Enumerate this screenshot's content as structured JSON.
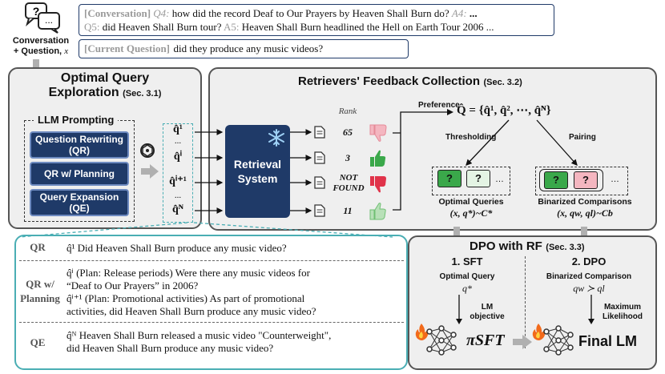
{
  "header": {
    "conv_label": "Conversation",
    "conv_question_label": "+ Question,",
    "conv_question_var": "x",
    "conv_line1_tag": "[Conversation]",
    "conv_line1_q": "Q4:",
    "conv_line1_text": "how did the record Deaf to Our Prayers by Heaven Shall Burn do?",
    "conv_line1_a": "A4:",
    "conv_line1_dots": "...",
    "conv_line2_q": "Q5:",
    "conv_line2_text": "did Heaven Shall Burn tour?",
    "conv_line2_a": "A5:",
    "conv_line2_text2": "Heaven Shall Burn headlined the Hell on Earth Tour 2006 ...",
    "current_tag": "[Current Question]",
    "current_text": "did they produce any music videos?"
  },
  "explore": {
    "title_line1": "Optimal Query",
    "title_line2": "Exploration",
    "title_sec": "(Sec. 3.1)",
    "prompting_label": "LLM Prompting",
    "methods": [
      "Question Rewriting (QR)",
      "QR w/ Planning",
      "Query Expansion (QE)"
    ],
    "queries": [
      "q̂¹",
      "q̂ⁱ",
      "q̂ⁱ⁺¹",
      "...",
      "q̂ᴺ"
    ],
    "queries_dots_top": "..."
  },
  "feedback": {
    "title": "Retrievers' Feedback Collection",
    "title_sec": "(Sec. 3.2)",
    "retrieval_label": "Retrieval System",
    "rank_header": "Rank",
    "ranks": [
      "65",
      "3",
      "NOT FOUND",
      "11"
    ],
    "preference_label": "Preference",
    "qset": "Q̂ = {q̂¹, q̂², ⋯, q̂ᴺ}",
    "thresholding_label": "Thresholding",
    "pairing_label": "Pairing",
    "optimal_label": "Optimal Queries",
    "optimal_math": "(x, q*)~C*",
    "binarized_label": "Binarized Comparisons",
    "binarized_math": "(x, qw, ql)~Cb",
    "qmark": "?"
  },
  "examples": {
    "rows": [
      {
        "label": "QR",
        "lines": [
          "q̂¹ Did Heaven Shall Burn produce any music video?"
        ]
      },
      {
        "label": "QR w/ Planning",
        "lines": [
          "q̂ⁱ (Plan: Release periods) Were there any music videos for",
          "“Deaf to Our Prayers” in 2006?",
          "q̂ⁱ⁺¹ (Plan: Promotional activities) As part of promotional",
          "activities, did Heaven Shall Burn produce any music video?"
        ]
      },
      {
        "label": "QE",
        "lines": [
          "q̂ᴺ Heaven Shall Burn released a music video \"Counterweight\",",
          "did Heaven Shall Burn produce any music video?"
        ]
      }
    ]
  },
  "dpo": {
    "title": "DPO with RF",
    "title_sec": "(Sec. 3.3)",
    "sft_heading": "1. SFT",
    "dpo_heading": "2. DPO",
    "sft_sub": "Optimal Query",
    "sft_math": "q*",
    "dpo_sub": "Binarized Comparison",
    "dpo_math": "qw ≻ ql",
    "lm_objective": "LM objective",
    "max_likelihood": "Maximum Likelihood",
    "pi_sft": "πSFT",
    "final_lm": "Final LM"
  },
  "colors": {
    "navy": "#1f3a68",
    "green": "#3aa84a",
    "red": "#e0334a",
    "pink": "#f4b6c0",
    "panel": "#efefef",
    "teal": "#4aaeb4"
  }
}
